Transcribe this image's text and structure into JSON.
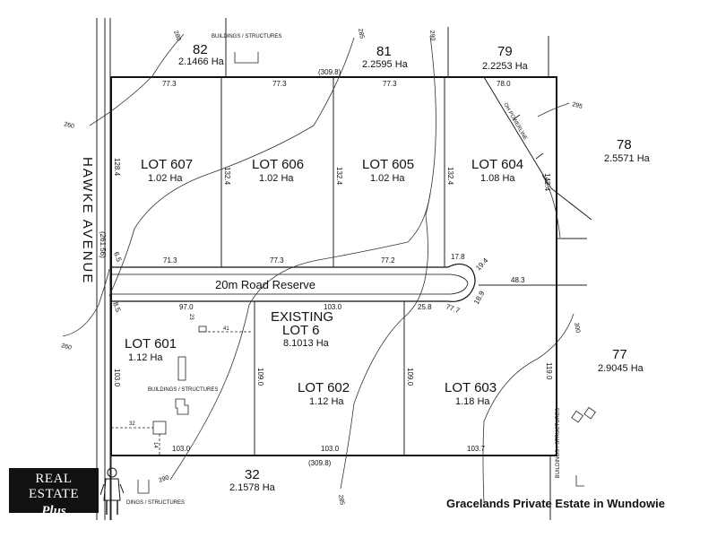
{
  "street": "HAWKE AVENUE",
  "road_reserve": "20m Road Reserve",
  "caption": "Gracelands Private Estate in Wundowie",
  "logo": {
    "line1": "REAL ESTATE",
    "line2": "Plus"
  },
  "lots": [
    {
      "name": "LOT 607",
      "area": "1.02 Ha"
    },
    {
      "name": "LOT 606",
      "area": "1.02 Ha"
    },
    {
      "name": "LOT 605",
      "area": "1.02 Ha"
    },
    {
      "name": "LOT 604",
      "area": "1.08 Ha"
    },
    {
      "name": "LOT 601",
      "area": "1.12 Ha"
    },
    {
      "name": "LOT 602",
      "area": "1.12 Ha"
    },
    {
      "name": "LOT 603",
      "area": "1.18 Ha"
    }
  ],
  "existing_lot": {
    "line1": "EXISTING",
    "line2": "LOT 6",
    "area": "8.1013 Ha"
  },
  "neighbours": [
    {
      "num": "82",
      "area": "2.1466 Ha"
    },
    {
      "num": "81",
      "area": "2.2595 Ha"
    },
    {
      "num": "79",
      "area": "2.2253 Ha"
    },
    {
      "num": "78",
      "area": "2.5571 Ha"
    },
    {
      "num": "77",
      "area": "2.9045 Ha"
    },
    {
      "num": "32",
      "area": "2.1578 Ha"
    }
  ],
  "structure_label": "BUILDINGS / STRUCTURES",
  "structure_label_cut": "DINGS / STRUCTURES",
  "powerline_label": "OH POWERLINE",
  "dimensions": {
    "top_total": "(309.8)",
    "bottom_total": "(309.8)",
    "hawke_frontage": "(261.56)",
    "top_segments": [
      "77.3",
      "77.3",
      "77.3",
      "78.0"
    ],
    "side_north": [
      "128.4",
      "132.4",
      "132.4",
      "132.4",
      "142.4"
    ],
    "road_north": [
      "71.3",
      "77.3",
      "77.2",
      "17.8"
    ],
    "road_south": [
      "97.0",
      "103.0",
      "25.8",
      "77.7"
    ],
    "cul_de_sac": [
      "19.4",
      "18.9"
    ],
    "east_stub": "48.3",
    "side_south": [
      "103.0",
      "109.0",
      "109.0",
      "119.0"
    ],
    "bottom_segments": [
      "103.0",
      "103.0",
      "103.7"
    ],
    "corner_small": [
      "6.5",
      "8.5"
    ],
    "structure_dims": [
      "23",
      "41",
      "32",
      "14"
    ]
  },
  "contours": {
    "c260": "260",
    "c280": "280",
    "c285": "285",
    "c290": "290",
    "c295": "295",
    "c300": "300"
  }
}
